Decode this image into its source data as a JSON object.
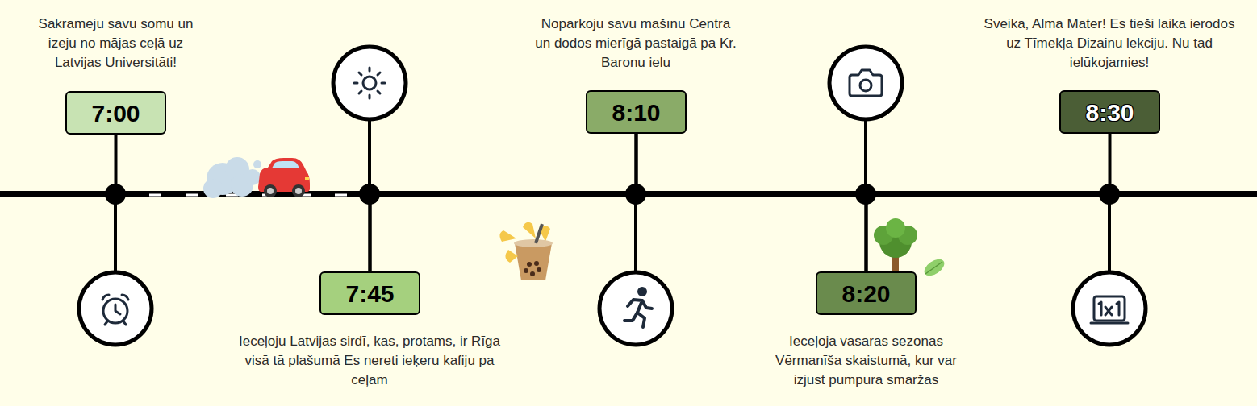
{
  "diagram": {
    "nodes": [
      {
        "text": [
          "7:00"
        ]
      },
      {
        "text": [
          "7:45"
        ]
      },
      {
        "text": [
          "8:10"
        ]
      },
      {
        "text": [
          "8:20"
        ]
      },
      {
        "text": [
          "8:30"
        ]
      }
    ],
    "edges": [
      {
        "from": 0,
        "to": 1,
        "arrow": "none"
      },
      {
        "from": 1,
        "to": 2,
        "arrow": "none"
      },
      {
        "from": 2,
        "to": 3,
        "arrow": "none"
      },
      {
        "from": 3,
        "to": 4,
        "arrow": "none"
      }
    ],
    "labels": [
      "Sakrāmēju savu somu un izeju no mājas ceļā uz Latvijas Universitāti!",
      "Ieceļoju Latvijas sirdī, kas, protams, ir Rīga visā tā plašumā Es nereti ieķeru kafiju pa ceļam",
      "Noparkoju savu mašīnu Centrā un dodos mierīgā pastaigā pa Kr. Baronu ielu",
      "Ieceļoja vasaras sezonas Vērmanīša skaistumā, kur var izjust pumpura smaržas",
      "Sveika, Alma Mater! Es tieši laikā ierodos uz Tīmekļa Dizainu lekciju. Nu tad ielūkojamies!"
    ]
  }
}
